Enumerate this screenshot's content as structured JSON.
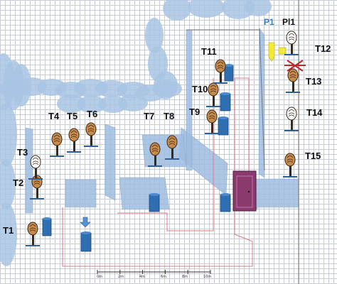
{
  "colors": {
    "cloud": "#a9c4e4",
    "panel": "#9fbde0",
    "barrel": "#2f6fb0",
    "door": "#8b3a6f",
    "path": "#e07a86",
    "light_yellow": "#f2ea3a",
    "figure_skin": "#c88a4a",
    "figure_dark": "#3a2a1a",
    "label": "#111111",
    "p1": "#3b7fc4"
  },
  "labels": {
    "p1": "P1",
    "pl1": "Pl1",
    "t1": "T1",
    "t2": "T2",
    "t3": "T3",
    "t4": "T4",
    "t5": "T5",
    "t6": "T6",
    "t7": "T7",
    "t8": "T8",
    "t9": "T9",
    "t10": "T10",
    "t11": "T11",
    "t12": "T12",
    "t13": "T13",
    "t14": "T14",
    "t15": "T15"
  },
  "scale_bar": {
    "ticks": [
      "0m",
      "2m",
      "4m",
      "6m",
      "8m",
      "10m"
    ]
  },
  "icons": {
    "spawn_arrow": "down-arrow-icon",
    "light": "yellow-light-icon",
    "door": "door-icon",
    "barrel": "barrel-icon",
    "target": "target-figure-icon"
  }
}
